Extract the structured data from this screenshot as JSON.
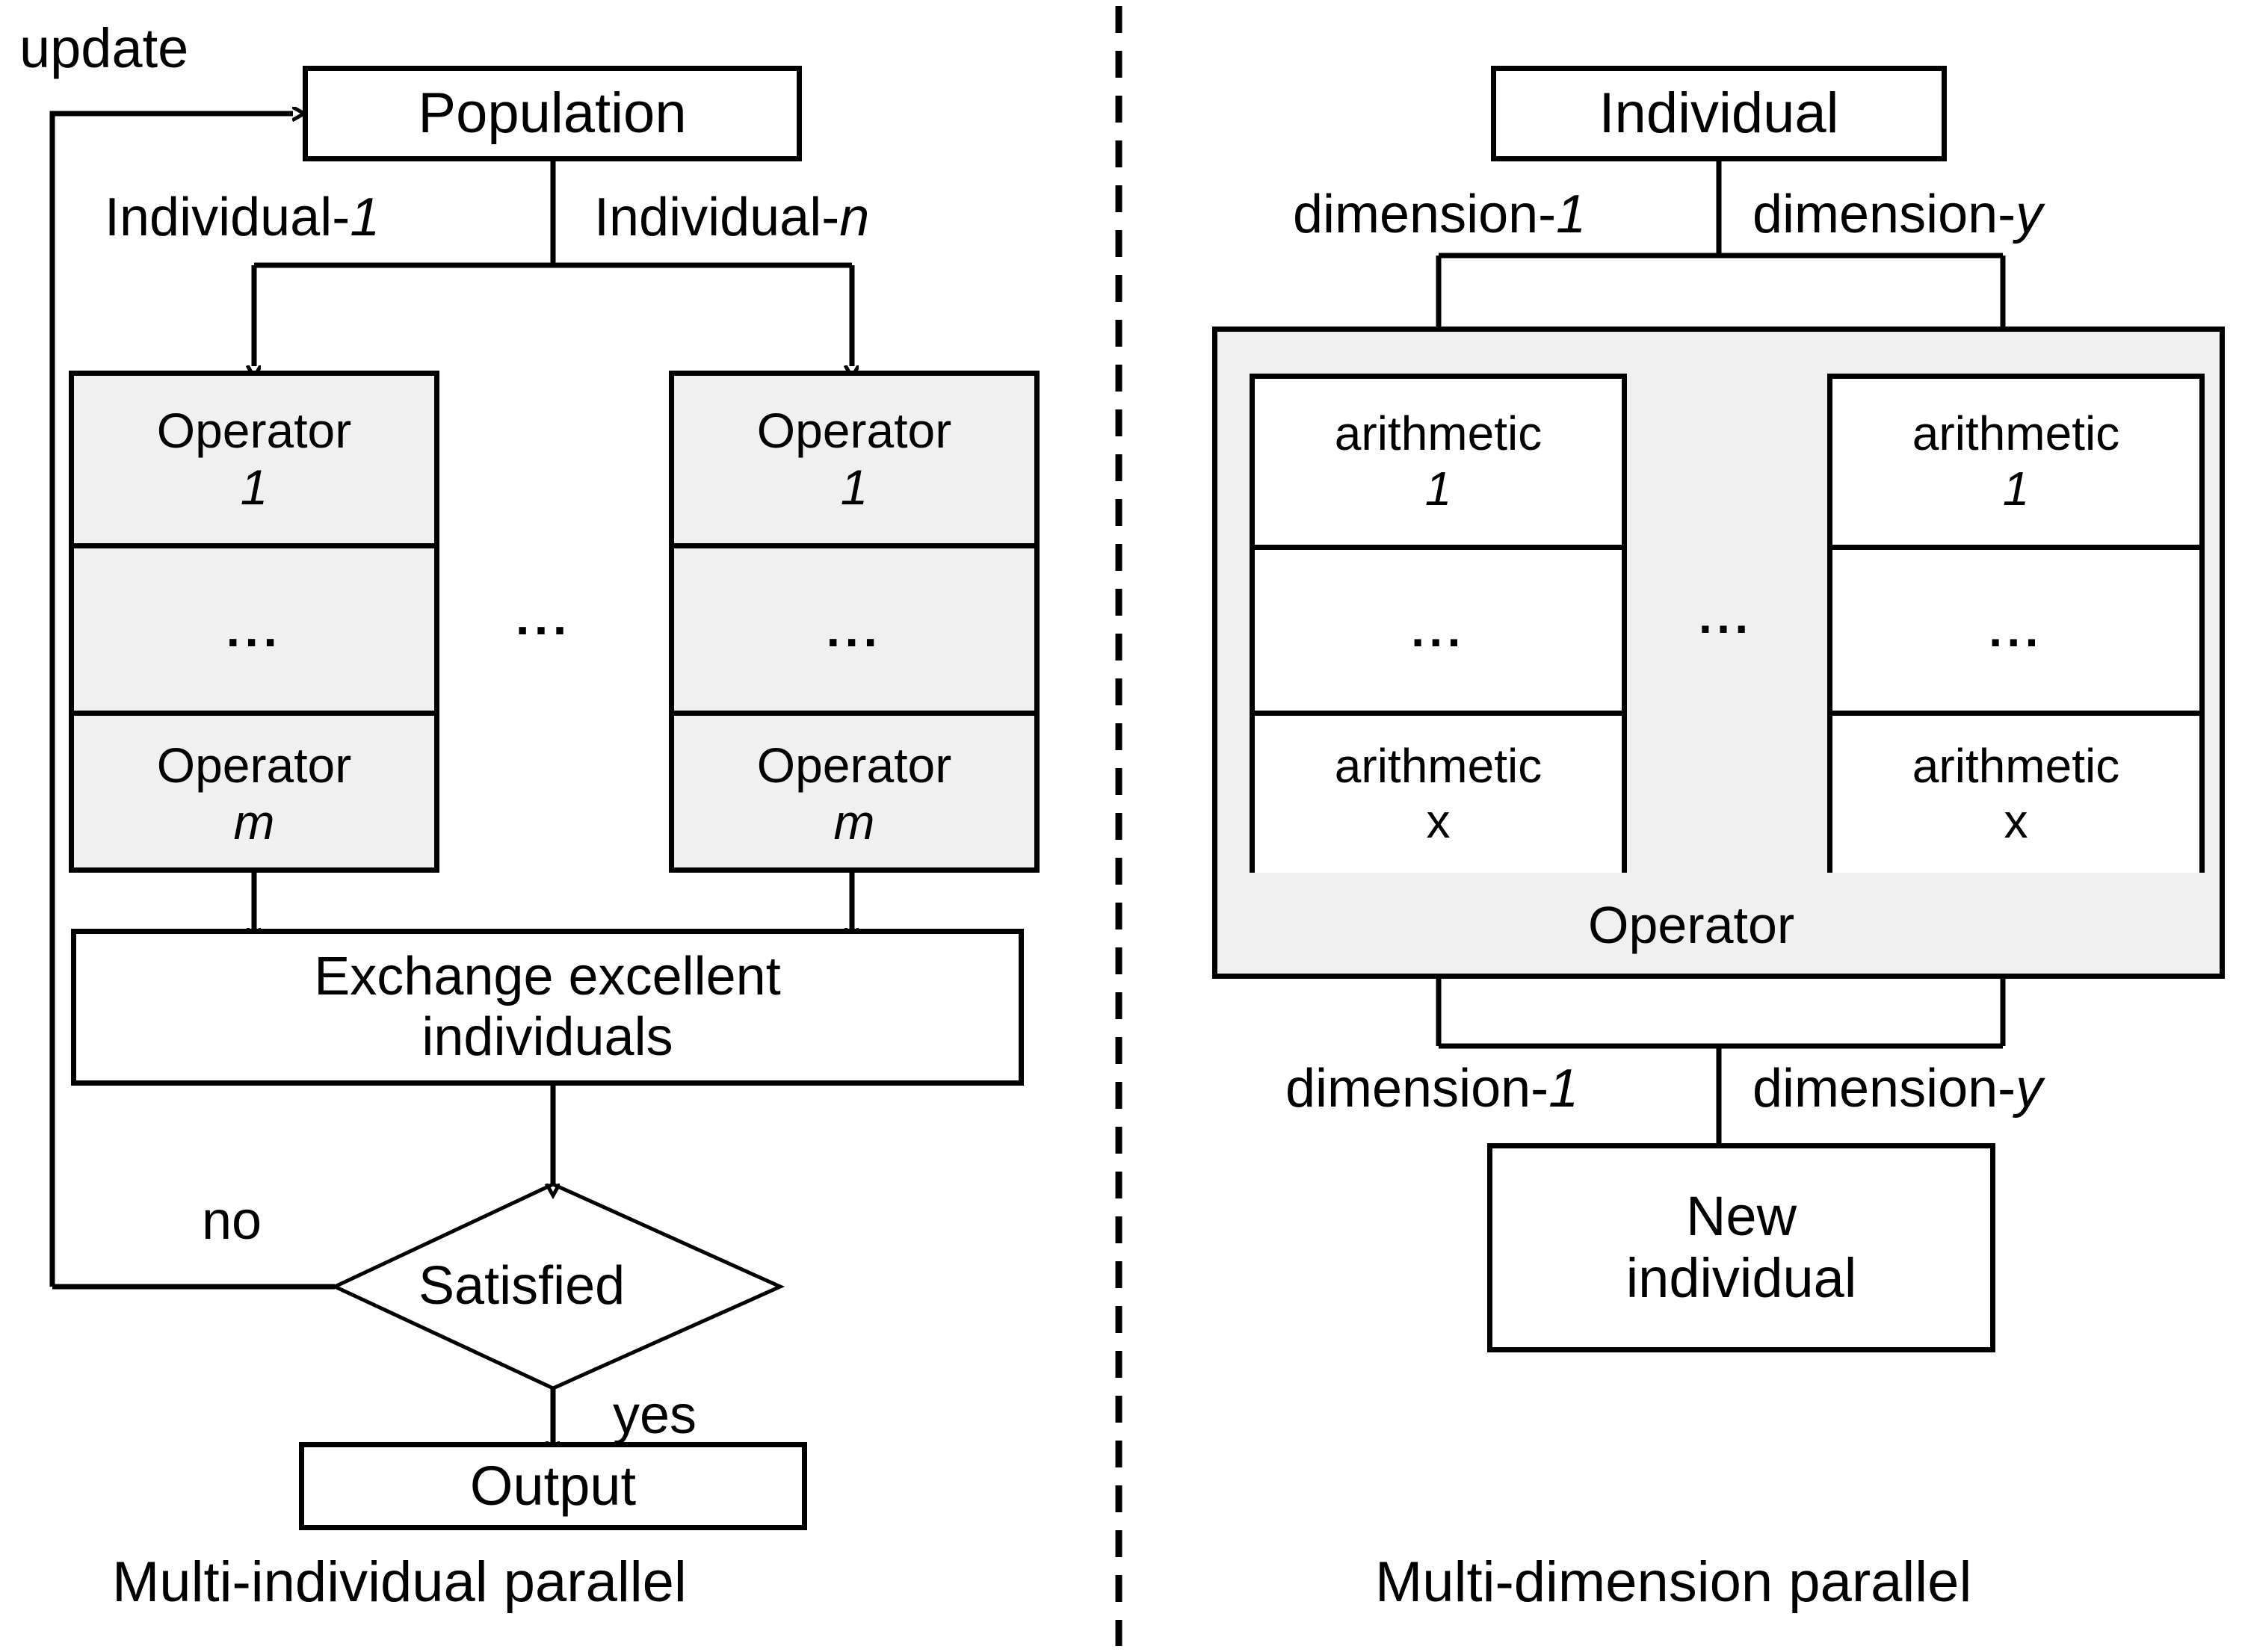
{
  "figure": {
    "left_panel": {
      "caption": "Multi-individual parallel",
      "update_label": "update",
      "population_box": "Population",
      "branch_labels": {
        "first": "Individual-",
        "first_index": "1",
        "last": "Individual-",
        "last_index": "n"
      },
      "operator_column_left": {
        "top": "Operator",
        "top_index": "1",
        "middle": "...",
        "bottom": "Operator",
        "bottom_index": "m"
      },
      "operator_column_right": {
        "top": "Operator",
        "top_index": "1",
        "middle": "...",
        "bottom": "Operator",
        "bottom_index": "m"
      },
      "between_columns_ellipsis": "...",
      "exchange_box": {
        "line1": "Exchange excellent",
        "line2": "individuals"
      },
      "decision": "Satisfied",
      "decision_no": "no",
      "decision_yes": "yes",
      "output_box": "Output"
    },
    "right_panel": {
      "caption": "Multi-dimension parallel",
      "individual_box": "Individual",
      "branch_labels": {
        "first": "dimension-",
        "first_index": "1",
        "last": "dimension-",
        "last_index": "y"
      },
      "operator_group_label": "Operator",
      "arithmetic_column_left": {
        "top": "arithmetic",
        "top_index": "1",
        "middle": "...",
        "bottom": "arithmetic",
        "bottom_index": "x"
      },
      "arithmetic_column_right": {
        "top": "arithmetic",
        "top_index": "1",
        "middle": "...",
        "bottom": "arithmetic",
        "bottom_index": "x"
      },
      "between_columns_ellipsis": "...",
      "merge_labels": {
        "first": "dimension-",
        "first_index": "1",
        "last": "dimension-",
        "last_index": "y"
      },
      "new_individual_box": {
        "line1": "New",
        "line2": "individual"
      }
    },
    "colors": {
      "stroke": "#000000",
      "shaded_fill": "#f0f0f0",
      "background": "#ffffff"
    }
  }
}
